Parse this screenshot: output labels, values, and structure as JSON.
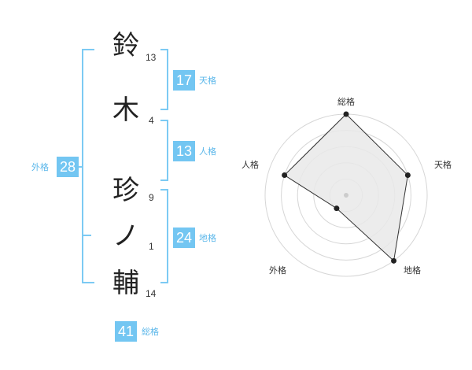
{
  "name": {
    "chars": [
      {
        "char": "鈴",
        "strokes": "13"
      },
      {
        "char": "木",
        "strokes": "4"
      },
      {
        "char": "珍",
        "strokes": "9"
      },
      {
        "char": "ノ",
        "strokes": "1"
      },
      {
        "char": "輔",
        "strokes": "14"
      }
    ]
  },
  "fortunes": {
    "tenkaku": {
      "value": "17",
      "label": "天格"
    },
    "jinkaku": {
      "value": "13",
      "label": "人格"
    },
    "chikaku": {
      "value": "24",
      "label": "地格"
    },
    "gaikaku": {
      "value": "28",
      "label": "外格"
    },
    "soukaku": {
      "value": "41",
      "label": "総格"
    }
  },
  "radar": {
    "axes": [
      "総格",
      "天格",
      "地格",
      "外格",
      "人格"
    ],
    "levels": 5,
    "values": [
      5,
      4,
      5,
      1,
      4
    ],
    "max": 5,
    "colors": {
      "ring": "#d6d6d6",
      "fill": "#e9e9e9",
      "stroke": "#333333",
      "point": "#222222",
      "center": "#cccccc"
    }
  },
  "colors": {
    "accent": "#73c6f2",
    "bracket": "#7ccaf3",
    "label": "#5bb7ea"
  }
}
